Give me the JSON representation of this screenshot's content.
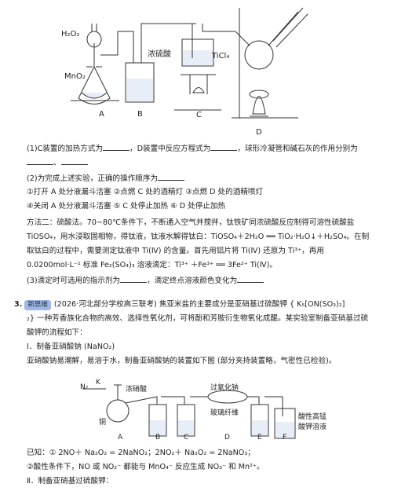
{
  "fig1": {
    "reagents": {
      "h2o2": "H₂O₂",
      "mno2": "MnO₂",
      "h2so4": "浓硫酸",
      "ticl4": "TiCl₄"
    },
    "labels": [
      "A",
      "B",
      "C",
      "D"
    ]
  },
  "text": {
    "q1": "(1)C装置的加热方式为",
    "q1b": "，D装置中反应方程式为",
    "q1c": "，球形冷凝管和碱石灰的作用分别为",
    "q1d": "、",
    "q2": "(2)为完成上述实验，正确的操作顺序为",
    "ops1": "①打开 A 处分液漏斗活塞      ②点燃 C 处的酒精灯      ③点燃 D 处的酒精喷灯",
    "ops2": "④关闭 A 处分液漏斗活塞      ⑤ C 处停止加热         ⑥ D 处停止加热",
    "m2a": "方法二：硫酸法。70~80℃条件下，不断通入空气并搅拌，钛铁矿同浓硫酸反应制得可溶性硫酸盐",
    "m2b": "TiOSO₄，用水浸取固相物，得钛液，钛液水解得钛白：TiOSO₄＋2H₂O ══ TiO₂·H₂O↓＋H₂SO₄。在制",
    "m2c": "取钛白的过程中，需要测定钛液中 Ti(Ⅳ) 的含量。首先用铝片将 Ti(Ⅳ) 还原为 Ti³⁺，再用",
    "m2d": "0.0200mol·L⁻¹ 标准 Fe₂(SO₄)₃ 溶液滴定：Ti³⁺ ＋Fe³⁺ ══ 3Fe²⁺  Ti(Ⅳ)。",
    "q3": "(3)滴定时可选用的指示剂为",
    "q3b": "，滴定终点溶液颜色变化为",
    "num": "3.",
    "tag": "新思维",
    "p3a": "(2026·河北部分学校高三联考) 焦亚米盐的主要成分是亚硝基过硫酸钾 { K₅[ON(SO₃)₂]",
    "p3b": "₂} 一种芳香族化合物的高效、选择性氧化剂，可将酚和芳胺衍生物氧化成醌。某实验室制备亚硝基过硫",
    "p3c": "酸钾的流程如下：",
    "s1": "Ⅰ．制备亚硝酸钠 (NaNO₂)",
    "s1b": "亚硝酸钠易潮解，易溶于水，制备亚硝酸钠的装置如下图 (部分夹持装置略，气密性已检验)。",
    "known1": "已知：① 2NO＋ Na₂O₂ = 2NaNO₂；2NO₂＋ Na₂O₂ = 2NaNO₃；",
    "known2": "②酸性条件下，NO 或 NO₂⁻ 都能与 MnO₄⁻ 反应生成 NO₃⁻ 和 Mn²⁺。",
    "s2": "Ⅱ．制备亚硝基过硫酸钾："
  },
  "fig2": {
    "n2": "N₂",
    "k": "K",
    "acid": "浓硝酸",
    "cu": "铜",
    "na2o2": "过氧化钠",
    "glass": "玻璃纤维",
    "kmno4_1": "酸性高锰",
    "kmno4_2": "酸钾溶液",
    "labels": [
      "A",
      "B",
      "C",
      "D",
      "E",
      "F"
    ]
  }
}
